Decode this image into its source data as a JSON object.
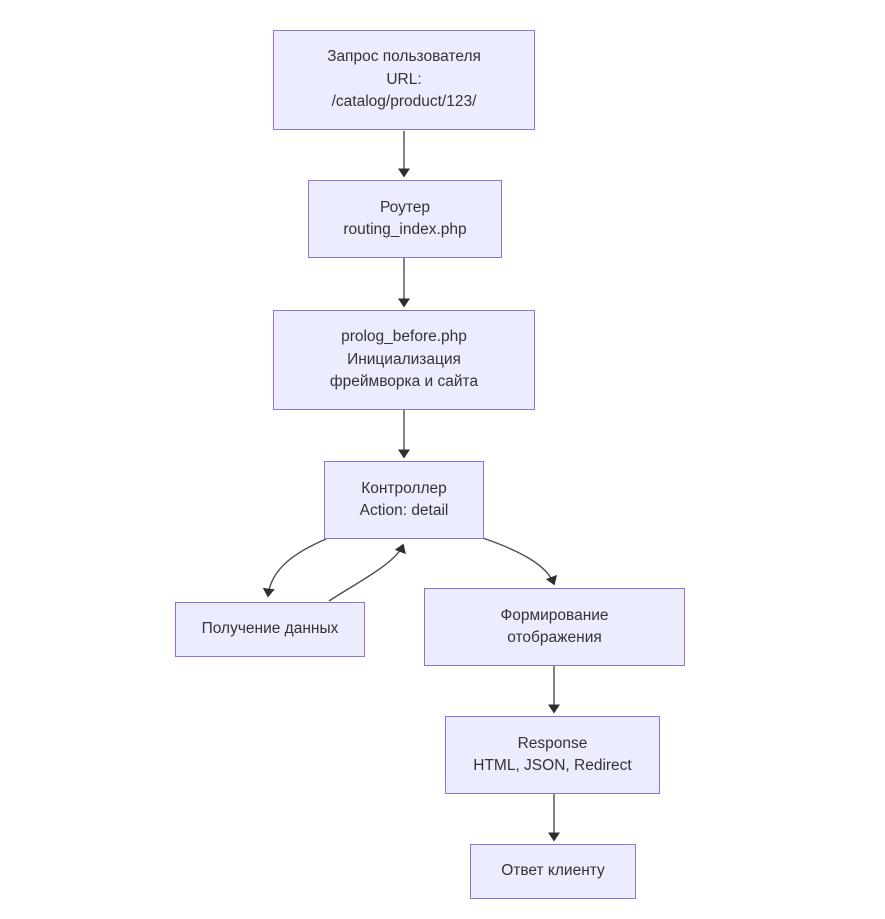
{
  "diagram": {
    "type": "flowchart",
    "background_color": "#ffffff",
    "node_fill_color": "#ECECFF",
    "node_border_color": "#9370DB",
    "text_color": "#333333",
    "arrow_color": "#4d4d4d",
    "nodes": [
      {
        "id": "user-request",
        "lines": [
          "Запрос пользователя",
          "URL:",
          "/catalog/product/123/"
        ]
      },
      {
        "id": "router",
        "lines": [
          "Роутер",
          "routing_index.php"
        ]
      },
      {
        "id": "prolog",
        "lines": [
          "prolog_before.php",
          "Инициализация",
          "фреймворка и сайта"
        ]
      },
      {
        "id": "controller",
        "lines": [
          "Контроллер",
          "Action: detail"
        ]
      },
      {
        "id": "get-data",
        "lines": [
          "Получение данных"
        ]
      },
      {
        "id": "render-view",
        "lines": [
          "Формирование",
          "отображения"
        ]
      },
      {
        "id": "response",
        "lines": [
          "Response",
          "HTML, JSON, Redirect"
        ]
      },
      {
        "id": "client-response",
        "lines": [
          "Ответ клиенту"
        ]
      }
    ],
    "edges": [
      {
        "from": "user-request",
        "to": "router"
      },
      {
        "from": "router",
        "to": "prolog"
      },
      {
        "from": "prolog",
        "to": "controller"
      },
      {
        "from": "controller",
        "to": "get-data"
      },
      {
        "from": "get-data",
        "to": "controller"
      },
      {
        "from": "controller",
        "to": "render-view"
      },
      {
        "from": "render-view",
        "to": "response"
      },
      {
        "from": "response",
        "to": "client-response"
      }
    ]
  }
}
